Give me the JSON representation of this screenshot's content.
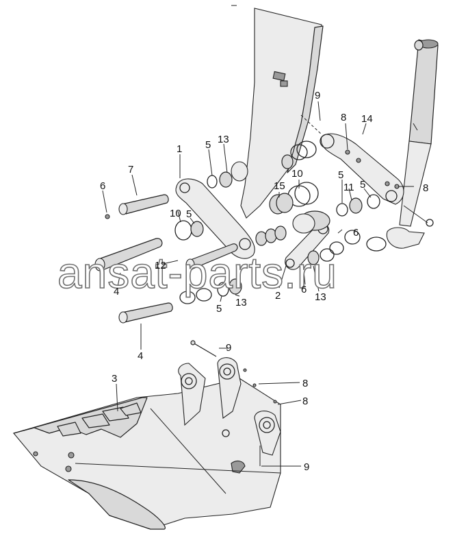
{
  "watermark": "ansat-parts.ru",
  "callouts": [
    {
      "id": "c1",
      "label": "1"
    },
    {
      "id": "c2",
      "label": "2"
    },
    {
      "id": "c3",
      "label": "3"
    },
    {
      "id": "c4a",
      "label": "4"
    },
    {
      "id": "c4b",
      "label": "4"
    },
    {
      "id": "c5a",
      "label": "5"
    },
    {
      "id": "c5b",
      "label": "5"
    },
    {
      "id": "c5c",
      "label": "5"
    },
    {
      "id": "c5d",
      "label": "5"
    },
    {
      "id": "c5e",
      "label": "5"
    },
    {
      "id": "c6a",
      "label": "6"
    },
    {
      "id": "c6b",
      "label": "6"
    },
    {
      "id": "c6c",
      "label": "6"
    },
    {
      "id": "c7",
      "label": "7"
    },
    {
      "id": "c8a",
      "label": "8"
    },
    {
      "id": "c8b",
      "label": "8"
    },
    {
      "id": "c8c",
      "label": "8"
    },
    {
      "id": "c8d",
      "label": "8"
    },
    {
      "id": "c9a",
      "label": "9"
    },
    {
      "id": "c9b",
      "label": "9"
    },
    {
      "id": "c9c",
      "label": "9"
    },
    {
      "id": "c10a",
      "label": "10"
    },
    {
      "id": "c10b",
      "label": "10"
    },
    {
      "id": "c11",
      "label": "11"
    },
    {
      "id": "c12",
      "label": "12"
    },
    {
      "id": "c13a",
      "label": "13"
    },
    {
      "id": "c13b",
      "label": "13"
    },
    {
      "id": "c13c",
      "label": "13"
    },
    {
      "id": "c14",
      "label": "14"
    },
    {
      "id": "c15",
      "label": "15"
    }
  ]
}
